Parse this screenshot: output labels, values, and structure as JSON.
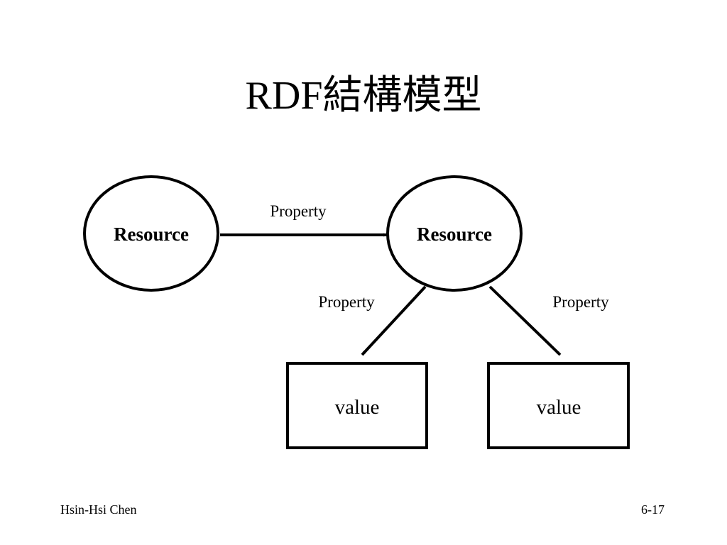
{
  "slide": {
    "title": "RDF結構模型"
  },
  "diagram": {
    "nodes": {
      "resource_left": {
        "label": "Resource",
        "shape": "ellipse"
      },
      "resource_right": {
        "label": "Resource",
        "shape": "ellipse"
      },
      "value_left": {
        "label": "value",
        "shape": "rectangle"
      },
      "value_right": {
        "label": "value",
        "shape": "rectangle"
      }
    },
    "edges": [
      {
        "from": "resource_left",
        "to": "resource_right",
        "label": "Property"
      },
      {
        "from": "resource_right",
        "to": "value_left",
        "label": "Property"
      },
      {
        "from": "resource_right",
        "to": "value_right",
        "label": "Property"
      }
    ]
  },
  "footer": {
    "author": "Hsin-Hsi Chen",
    "page_number": "6-17"
  },
  "colors": {
    "stroke": "#000000",
    "background": "#ffffff",
    "text": "#000000"
  }
}
